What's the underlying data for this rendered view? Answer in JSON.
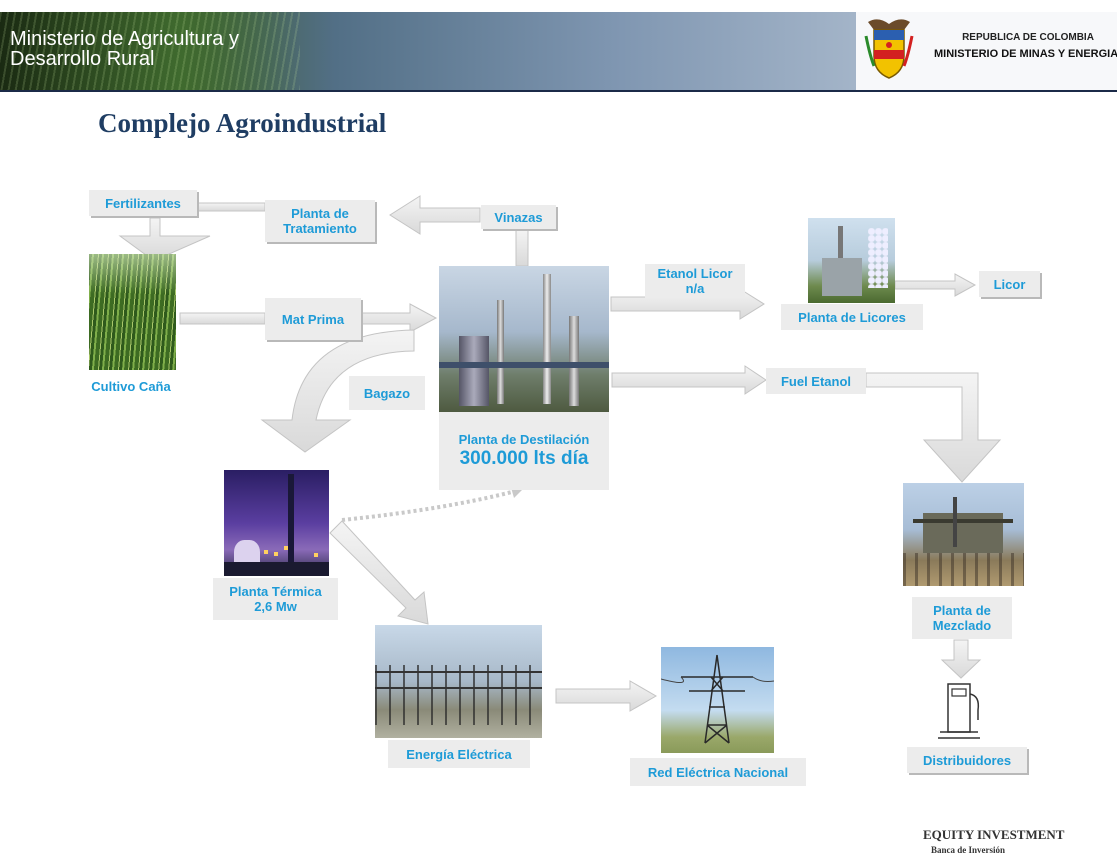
{
  "header": {
    "ministry_left": "Ministerio de Agricultura y\nDesarrollo Rural",
    "republic": "REPUBLICA DE COLOMBIA",
    "ministry_right": "MINISTERIO DE MINAS Y ENERGIA"
  },
  "title": "Complejo Agroindustrial",
  "nodes": {
    "fertilizantes": "Fertilizantes",
    "planta_tratamiento": "Planta de\nTratamiento",
    "vinazas": "Vinazas",
    "cultivo": "Cultivo Caña",
    "mat_prima": "Mat Prima",
    "bagazo": "Bagazo",
    "destilacion": "Planta de Destilación",
    "capacidad": "300.000 lts día",
    "etanol_licor": "Etanol Licor\nn/a",
    "planta_licores": "Planta de Licores",
    "licor": "Licor",
    "fuel_etanol": "Fuel Etanol",
    "termica": "Planta Térmica\n2,6 Mw",
    "energia": "Energía Eléctrica",
    "red": "Red Eléctrica Nacional",
    "mezclado": "Planta de\nMezclado",
    "distribuidores": "Distribuidores"
  },
  "footer": {
    "company": "EQUITY INVESTMENT",
    "division": "Banca de Inversión"
  },
  "colors": {
    "label_text": "#1e9bd7",
    "title": "#1f3d63",
    "label_bg": "#ececec",
    "arrow_fill": "#e3e3e3",
    "arrow_stroke": "#c4c4c4"
  }
}
